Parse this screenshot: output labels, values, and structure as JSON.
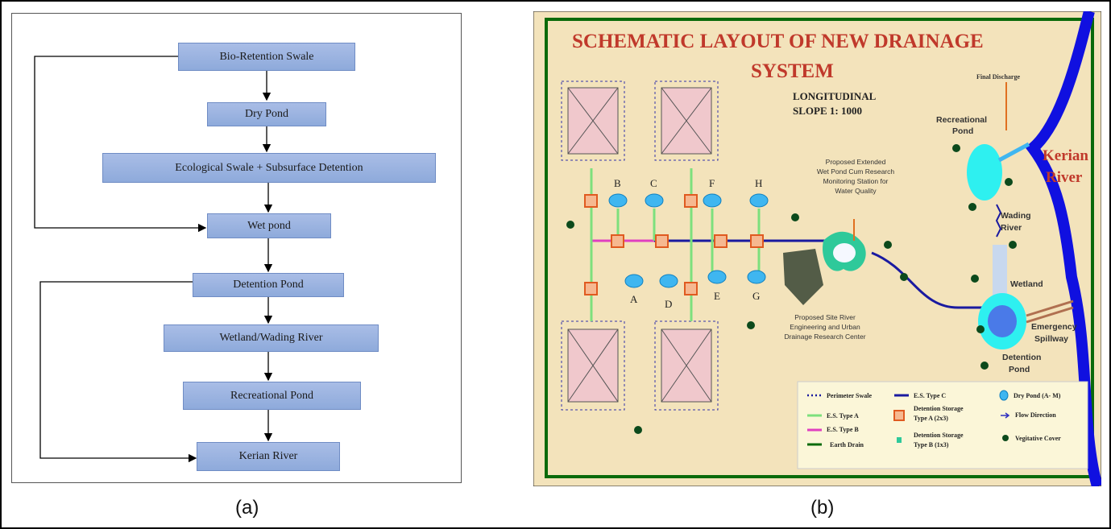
{
  "panel_a": {
    "caption": "(a)",
    "steps": [
      "Bio-Retention Swale",
      "Dry Pond",
      "Ecological Swale + Subsurface Detention",
      "Wet pond",
      "Detention Pond",
      "Wetland/Wading River",
      "Recreational Pond",
      "Kerian River"
    ]
  },
  "panel_b": {
    "caption": "(b)",
    "title_line1": "SCHEMATIC LAYOUT OF NEW DRAINAGE",
    "title_line2": "SYSTEM",
    "slope_line1": "LONGITUDINAL",
    "slope_line2": "SLOPE 1: 1000",
    "pond_letters": [
      "B",
      "C",
      "F",
      "H",
      "A",
      "D",
      "E",
      "G"
    ],
    "labels": {
      "final_discharge": "Final Discharge",
      "recreational_pond_1": "Recreational",
      "recreational_pond_2": "Pond",
      "kerian_1": "Kerian",
      "kerian_2": "River",
      "wading_1": "Wading",
      "wading_2": "River",
      "wetland": "Wetland",
      "spillway_1": "Emergency",
      "spillway_2": "Spillway",
      "detention_1": "Detention",
      "detention_2": "Pond",
      "wetpond_1": "Proposed Extended",
      "wetpond_2": "Wet Pond Cum Research",
      "wetpond_3": "Monitoring Station for",
      "wetpond_4": "Water Quality",
      "site_1": "Proposed Site River",
      "site_2": "Engineering and Urban",
      "site_3": "Drainage Research Center"
    },
    "legend": {
      "perimeter_swale": "Perimeter Swale",
      "es_type_a": "E.S. Type A",
      "es_type_b": "E.S. Type B",
      "earth_drain": "Earth Drain",
      "es_type_c": "E.S. Type C",
      "det_a_1": "Detention Storage",
      "det_a_2": "Type A (2x3)",
      "det_b_1": "Detention Storage",
      "det_b_2": "Type B (1x3)",
      "dry_pond": "Dry Pond (A- M)",
      "flow": "Flow Direction",
      "veg": "Vegitative Cover"
    },
    "colors": {
      "title": "#c0392b",
      "river": "#1010e0",
      "bg": "#f3e3bb",
      "drain_c": "#1a1aa0",
      "es_a": "#7de07d",
      "es_b": "#e040c0",
      "det": "#e05a20",
      "pond": "#3fb6f0"
    }
  }
}
